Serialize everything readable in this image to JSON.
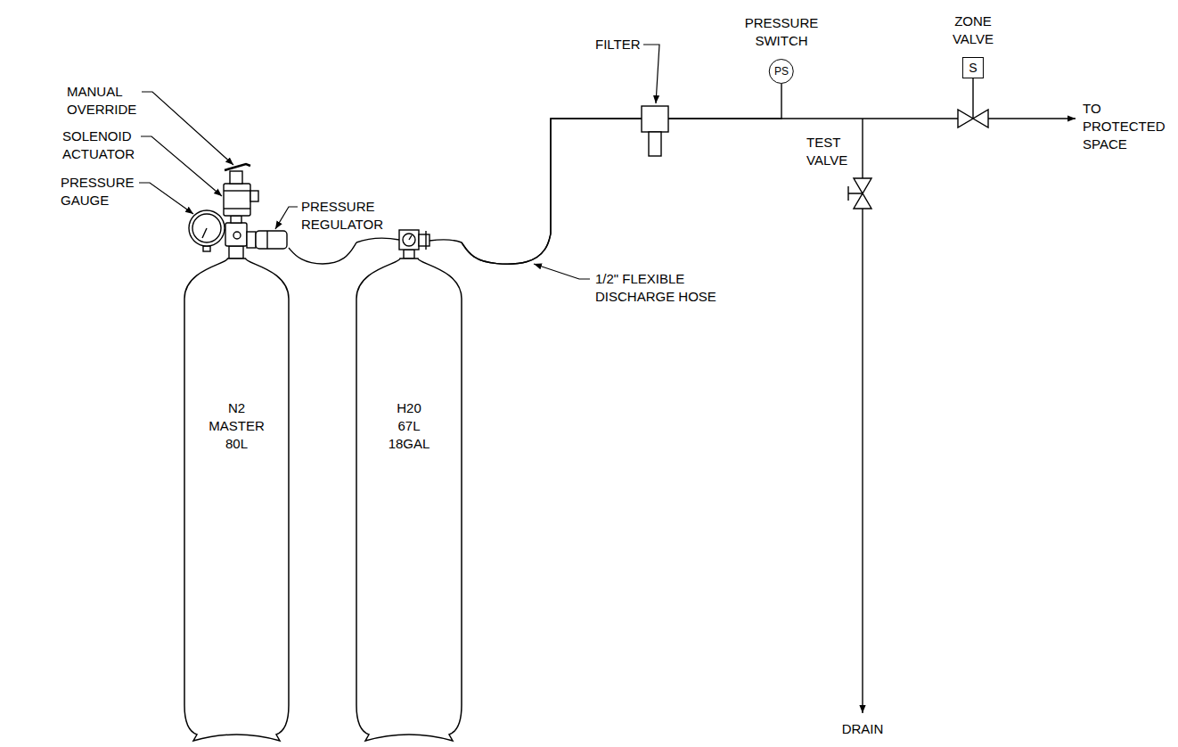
{
  "diagram": {
    "nodes": [
      {
        "text": [
          "N2 MASTER 80L"
        ]
      },
      {
        "text": [
          "H20 67L 18GAL"
        ]
      },
      {
        "text": [
          "PRESSURE SWITCH",
          "PS"
        ]
      },
      {
        "text": [
          "ZONE VALVE",
          "S"
        ]
      }
    ],
    "edges": [
      {
        "from": 0,
        "to": 1,
        "arrow": "none"
      },
      {
        "from": 1,
        "to": 2,
        "arrow": "none"
      },
      {
        "from": 1,
        "to": 3,
        "arrow": "none"
      }
    ],
    "labels": [
      "MANUAL OVERRIDE",
      "SOLENOID ACTUATOR",
      "PRESSURE GAUGE",
      "PRESSURE REGULATOR",
      "FILTER",
      "TEST VALVE",
      "1/2\" FLEXIBLE DISCHARGE HOSE",
      "TO PROTECTED SPACE",
      "DRAIN"
    ]
  }
}
